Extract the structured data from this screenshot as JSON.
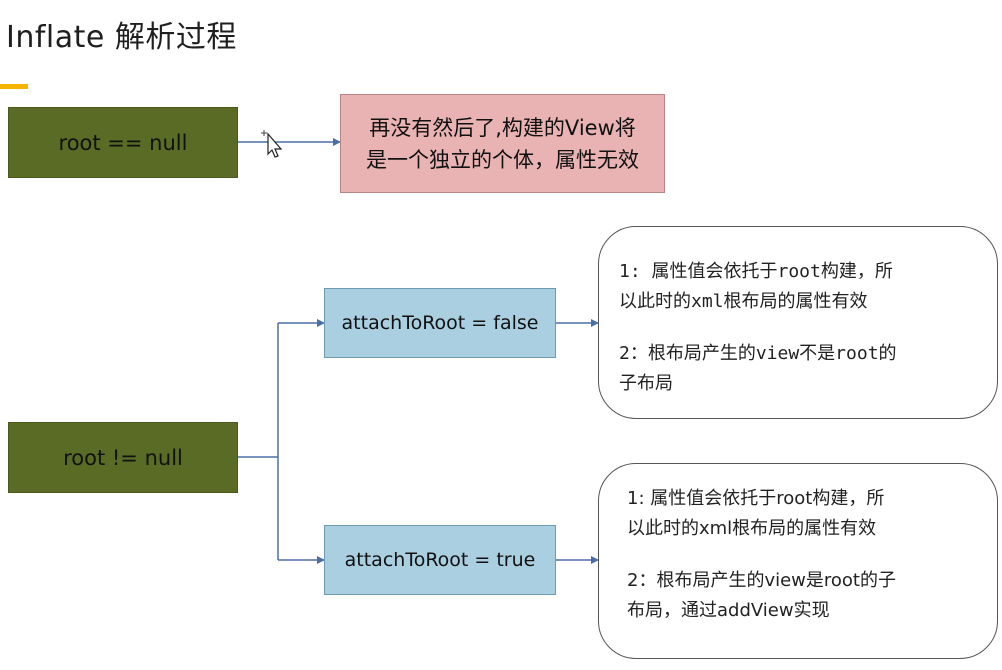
{
  "title": "Inflate 解析过程",
  "accent_color": "#f4b400",
  "nodes": {
    "root_null": {
      "label": "root == null",
      "color": "#5a6b25"
    },
    "root_null_result": {
      "line1": "再没有然后了,构建的View将",
      "line2": "是一个独立的个体，属性无效",
      "color": "#e9b3b3"
    },
    "root_not_null": {
      "label": "root != null",
      "color": "#5a6b25"
    },
    "attach_false": {
      "label": "attachToRoot = false",
      "color": "#a9cfe0"
    },
    "attach_true": {
      "label": "attachToRoot = true",
      "color": "#a9cfe0"
    }
  },
  "notes": {
    "false_note": {
      "p1_line1": "1: 属性值会依托于root构建，所",
      "p1_line2": "以此时的xml根布局的属性有效",
      "p2_line1": "2：根布局产生的view不是root的",
      "p2_line2": "子布局"
    },
    "true_note": {
      "p1_line1": "1: 属性值会依托于root构建，所",
      "p1_line2": "以此时的xml根布局的属性有效",
      "p2_line1": "2：根布局产生的view是root的子",
      "p2_line2": "布局，通过addView实现"
    }
  },
  "connector_color": "#4a6fa5",
  "icons": [
    "mouse-pointer-icon"
  ]
}
